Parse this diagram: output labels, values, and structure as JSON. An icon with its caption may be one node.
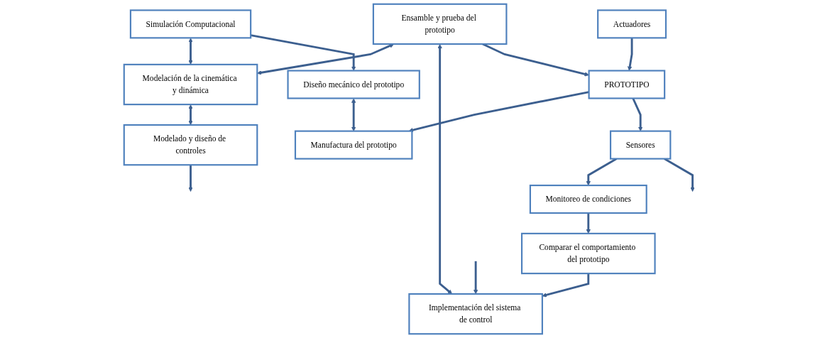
{
  "diagram": {
    "nodes": [
      {
        "text": [
          "Simulación Computacional"
        ]
      },
      {
        "text": [
          "Modelación de la cinemática y dinámica"
        ]
      },
      {
        "text": [
          "Modelado y diseño de controles"
        ]
      },
      {
        "text": [
          "Diseño mecánico del prototipo"
        ]
      },
      {
        "text": [
          "Manufactura del prototipo"
        ]
      },
      {
        "text": [
          "Ensamble y prueba del prototipo"
        ]
      },
      {
        "text": [
          "Implementación del sistema de control"
        ]
      },
      {
        "text": [
          "Sensores"
        ]
      },
      {
        "text": [
          "PROTOTIPO"
        ]
      },
      {
        "text": [
          "Actuadores"
        ]
      },
      {
        "text": [
          "Monitoreo de condiciones"
        ]
      },
      {
        "text": [
          "Comparar el comportamiento del prototipo"
        ]
      }
    ],
    "edges": [
      {
        "from": 0,
        "to": 1,
        "arrow": "both"
      },
      {
        "from": 1,
        "to": 2,
        "arrow": "both"
      },
      {
        "from": 2,
        "to": null,
        "arrow": "to"
      },
      {
        "from": null,
        "to": 6,
        "arrow": "to"
      },
      {
        "from": 0,
        "to": 3,
        "arrow": "to"
      },
      {
        "from": 3,
        "to": 4,
        "arrow": "both"
      },
      {
        "from": 5,
        "to": 1,
        "arrow": "both"
      },
      {
        "from": 5,
        "to": 6,
        "arrow": "both"
      },
      {
        "from": 5,
        "to": 8,
        "arrow": "to"
      },
      {
        "from": 8,
        "to": 4,
        "arrow": "to"
      },
      {
        "from": 8,
        "to": 7,
        "arrow": "to"
      },
      {
        "from": 9,
        "to": 8,
        "arrow": "to"
      },
      {
        "from": 7,
        "to": 10,
        "arrow": "to"
      },
      {
        "from": 7,
        "to": null,
        "arrow": "to"
      },
      {
        "from": 10,
        "to": 11,
        "arrow": "to"
      },
      {
        "from": 11,
        "to": 6,
        "arrow": "to"
      }
    ]
  }
}
